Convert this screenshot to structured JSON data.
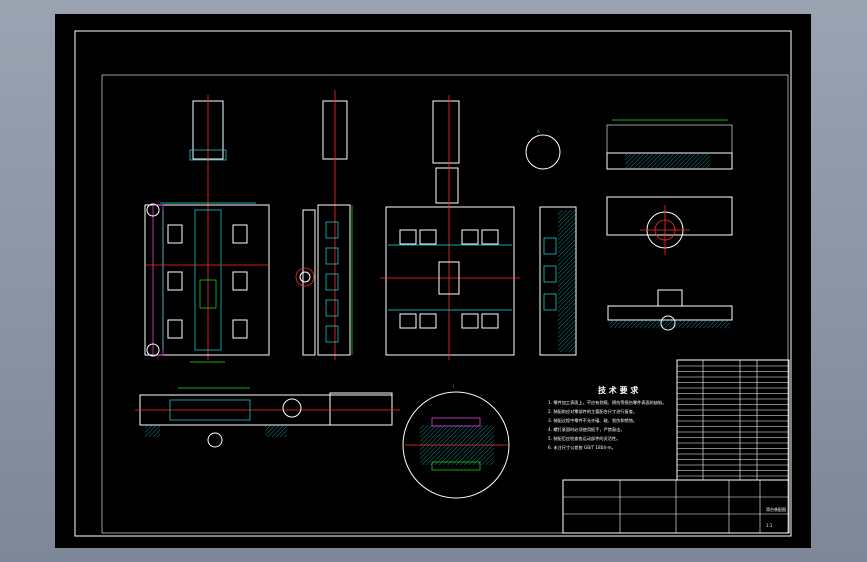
{
  "drawing": {
    "tech_requirements": {
      "title": "技 术 要 求",
      "lines": [
        "1. 零件加工表面上，不应有划痕、擦伤等损伤零件表面的缺陷。",
        "2. 装配前应对零部件的主要配合尺寸进行复查。",
        "3. 装配过程中零件不允许磕、碰、划伤和锈蚀。",
        "4. 螺钉紧固时必须使用扳手，严禁敲击。",
        "5. 装配后应检查各运动部件的灵活性。",
        "6. 未注尺寸公差按 GB/T 1804-m。"
      ]
    },
    "detail_label": "I",
    "section_label": "A",
    "title_block": {
      "drawing_name": "滑台装配图",
      "sheet": "1:1"
    }
  },
  "colors": {
    "background": "#000000",
    "outline": "#ffffff",
    "center_lines": "#ff2a2a",
    "dimensions": "#19e619",
    "hidden_lines": "#19e0e0",
    "screws": "#e040e0"
  }
}
